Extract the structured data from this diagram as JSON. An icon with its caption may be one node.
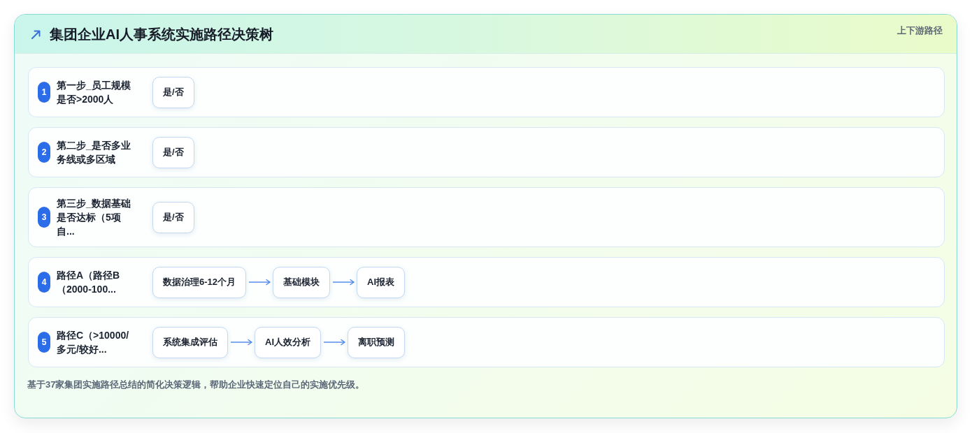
{
  "diagram": {
    "title": "集团企业AI人事系统实施路径决策树",
    "caption": "基于37家集团实施路径总结的简化决策逻辑，帮助企业快速定位自己的实施优先级。",
    "nodes": [
      {
        "text": [
          "第一步_员工规模是否>2000人"
        ]
      },
      {
        "text": [
          "1"
        ],
        "in": 0
      },
      {
        "text": [
          "是/否"
        ],
        "in": 0
      },
      {
        "text": [
          "第二步_是否多业务线或多区域"
        ]
      },
      {
        "text": [
          "2"
        ],
        "in": 3
      },
      {
        "text": [
          "是/否"
        ],
        "in": 3
      },
      {
        "text": [
          "第三步_数据基础是否达标（5项自..."
        ]
      },
      {
        "text": [
          "3"
        ],
        "in": 6
      },
      {
        "text": [
          "是/否"
        ],
        "in": 6
      },
      {
        "text": [
          "路径A（路径B（2000-100..."
        ]
      },
      {
        "text": [
          "4"
        ],
        "in": 9
      },
      {
        "text": [
          "数据治理6-12个月"
        ],
        "in": 9
      },
      {
        "text": [
          "基础模块"
        ],
        "in": 9
      },
      {
        "text": [
          "AI报表"
        ],
        "in": 9
      },
      {
        "text": [
          "路径C（>10000/多元/较好..."
        ]
      },
      {
        "text": [
          "5"
        ],
        "in": 14
      },
      {
        "text": [
          "系统集成评估"
        ],
        "in": 14
      },
      {
        "text": [
          "AI人效分析"
        ],
        "in": 14
      },
      {
        "text": [
          "离职预测"
        ],
        "in": 14
      }
    ],
    "edges": [
      {
        "from": 11,
        "to": 12,
        "arrow": "to"
      },
      {
        "from": 12,
        "to": 13,
        "arrow": "to"
      },
      {
        "from": 16,
        "to": 17,
        "arrow": "to"
      },
      {
        "from": 17,
        "to": 18,
        "arrow": "to"
      }
    ],
    "labels": [
      "上下游路径"
    ]
  }
}
